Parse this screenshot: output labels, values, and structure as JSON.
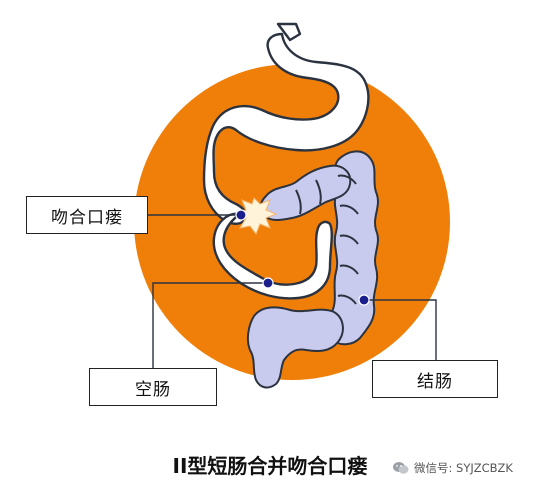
{
  "labels": {
    "fistula": "吻合口瘘",
    "jejunum": "空肠",
    "colon": "结肠"
  },
  "caption": "II型短肠合并吻合口瘘",
  "watermark": {
    "text": "微信号: SYJZCBZK",
    "icon": "wechat-icon"
  },
  "colors": {
    "background_circle": "#F07F09",
    "stomach_fill": "#FFFFFF",
    "outline": "#2B3340",
    "colon_fill": "#C9CBEE",
    "anastomosis_dot": "#1A1F8C",
    "leak_burst": "#FFF3DA"
  }
}
